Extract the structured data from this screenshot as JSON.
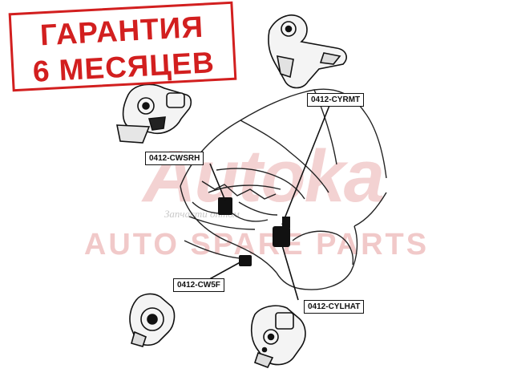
{
  "stamp": {
    "line1": "ГАРАНТИЯ",
    "line2": "6 МЕСЯЦЕВ",
    "color": "#d21f1f"
  },
  "watermark": {
    "logo": "Autoka",
    "tagline": "Запчасти оптом",
    "strip": "AUTO SPARE PARTS",
    "color": "#f1c9c9"
  },
  "callouts": {
    "cyrmt": "0412-CYRMT",
    "cwsrh": "0412-CWSRH",
    "cw5f": "0412-CW5F",
    "cylhat": "0412-CYLHAT"
  },
  "line_color": "#111111"
}
